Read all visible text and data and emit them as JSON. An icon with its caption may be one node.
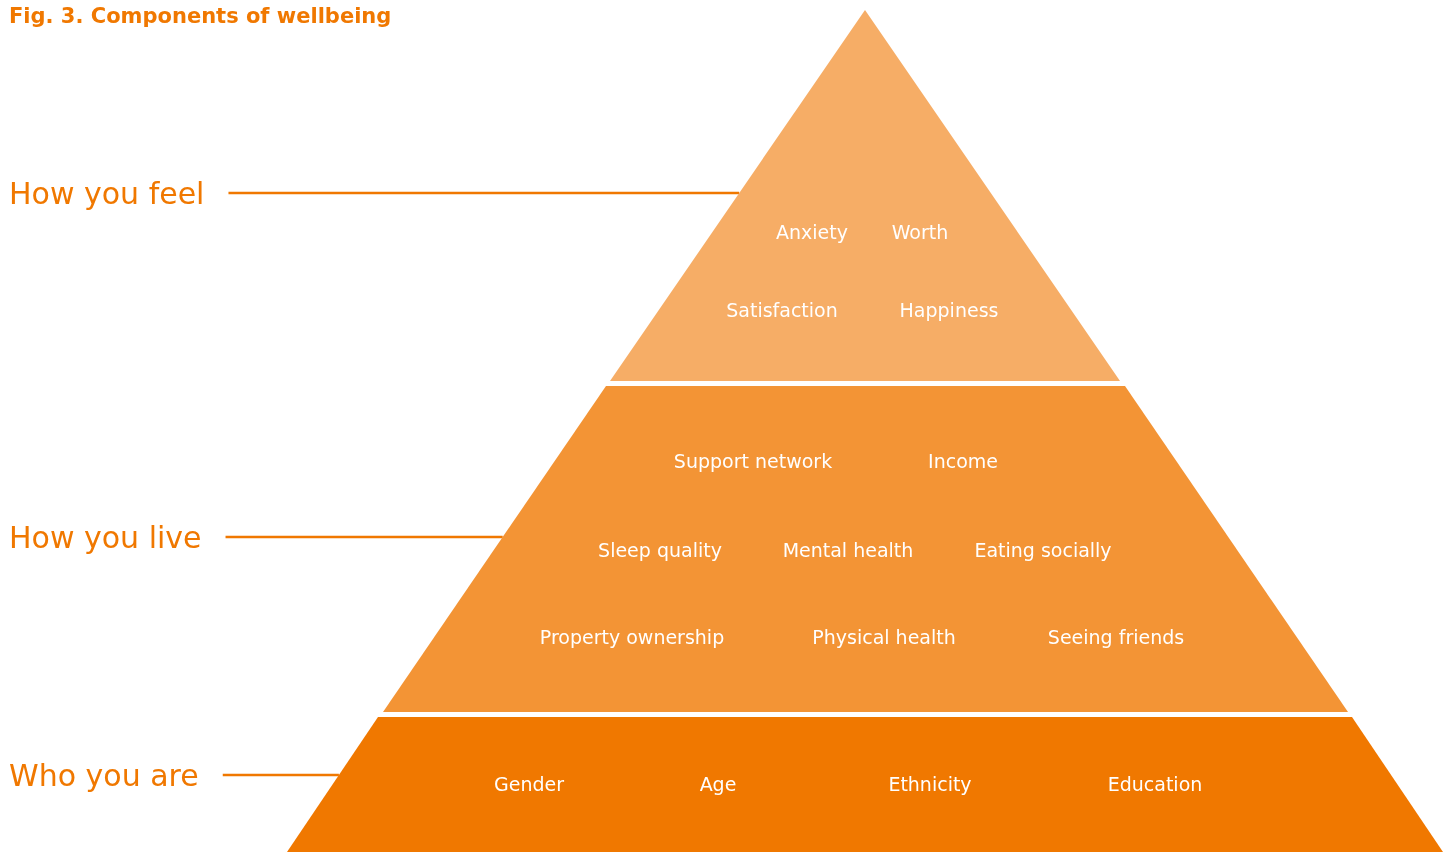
{
  "diagram": {
    "title": "Fig. 3. Components of wellbeing",
    "nodes": [
      {
        "text": [
          "How you feel"
        ]
      },
      {
        "text": [
          "How you live"
        ]
      },
      {
        "text": [
          "Who you are"
        ]
      },
      {
        "text": [
          "Anxiety",
          "Worth",
          "Satisfaction",
          "Happiness"
        ]
      },
      {
        "text": [
          "Support network",
          "Income",
          "Sleep quality",
          "Mental health",
          "Eating socially",
          "Property ownership",
          "Physical health",
          "Seeing friends"
        ]
      },
      {
        "text": [
          "Gender",
          "Age",
          "Ethnicity",
          "Education"
        ]
      }
    ],
    "edges": [
      {
        "from": 0,
        "to": 3,
        "arrow": "none"
      },
      {
        "from": 1,
        "to": 4,
        "arrow": "none"
      },
      {
        "from": 2,
        "to": 5,
        "arrow": "none"
      }
    ]
  }
}
